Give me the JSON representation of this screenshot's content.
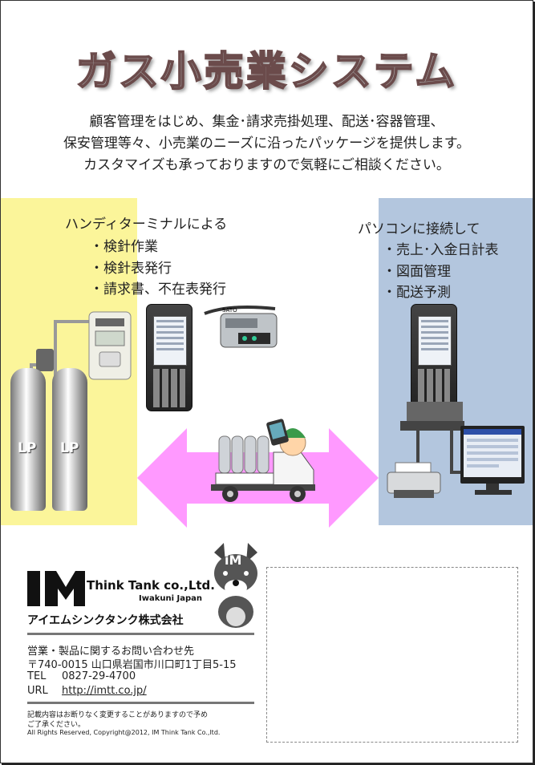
{
  "title": "ガス小売業システム",
  "intro": [
    "顧客管理をはじめ、集金･請求売掛処理、配送･容器管理、",
    "保安管理等々、小売業のニーズに沿ったパッケージを提供します。",
    "カスタマイズも承っておりますので気軽にご相談ください。"
  ],
  "left_features": {
    "heading": "ハンディターミナルによる",
    "items": [
      "・検針作業",
      "・検針表発行",
      "・請求書、不在表発行"
    ]
  },
  "right_features": {
    "heading": "パソコンに接続して",
    "items": [
      "・売上･入金日計表",
      "・図面管理",
      "・配送予測"
    ]
  },
  "cylinders": [
    "LP",
    "LP"
  ],
  "colors": {
    "left_panel": "#fbf59a",
    "right_panel": "#b3c6de",
    "arrow": "#ff99ff"
  },
  "mascot_badge": "iM",
  "company": {
    "logo_mark": "IM",
    "logo_name": "Think Tank co.,Ltd.",
    "logo_sub": "Iwakuni Japan",
    "name_ja": "アイエムシンクタンク株式会社"
  },
  "contact": {
    "heading": "営業・製品に関するお問い合わせ先",
    "address": "〒740-0015 山口県岩国市川口町1丁目5-15",
    "tel_label": "TEL",
    "tel": "0827-29-4700",
    "url_label": "URL",
    "url": "http://imtt.co.jp/"
  },
  "notice": [
    "記載内容はお断りなく変更することがありますので予め",
    "ご了承ください。"
  ],
  "copyright": "All Rights Reserved, Copyright@2012, IM Think Tank Co.,ltd."
}
